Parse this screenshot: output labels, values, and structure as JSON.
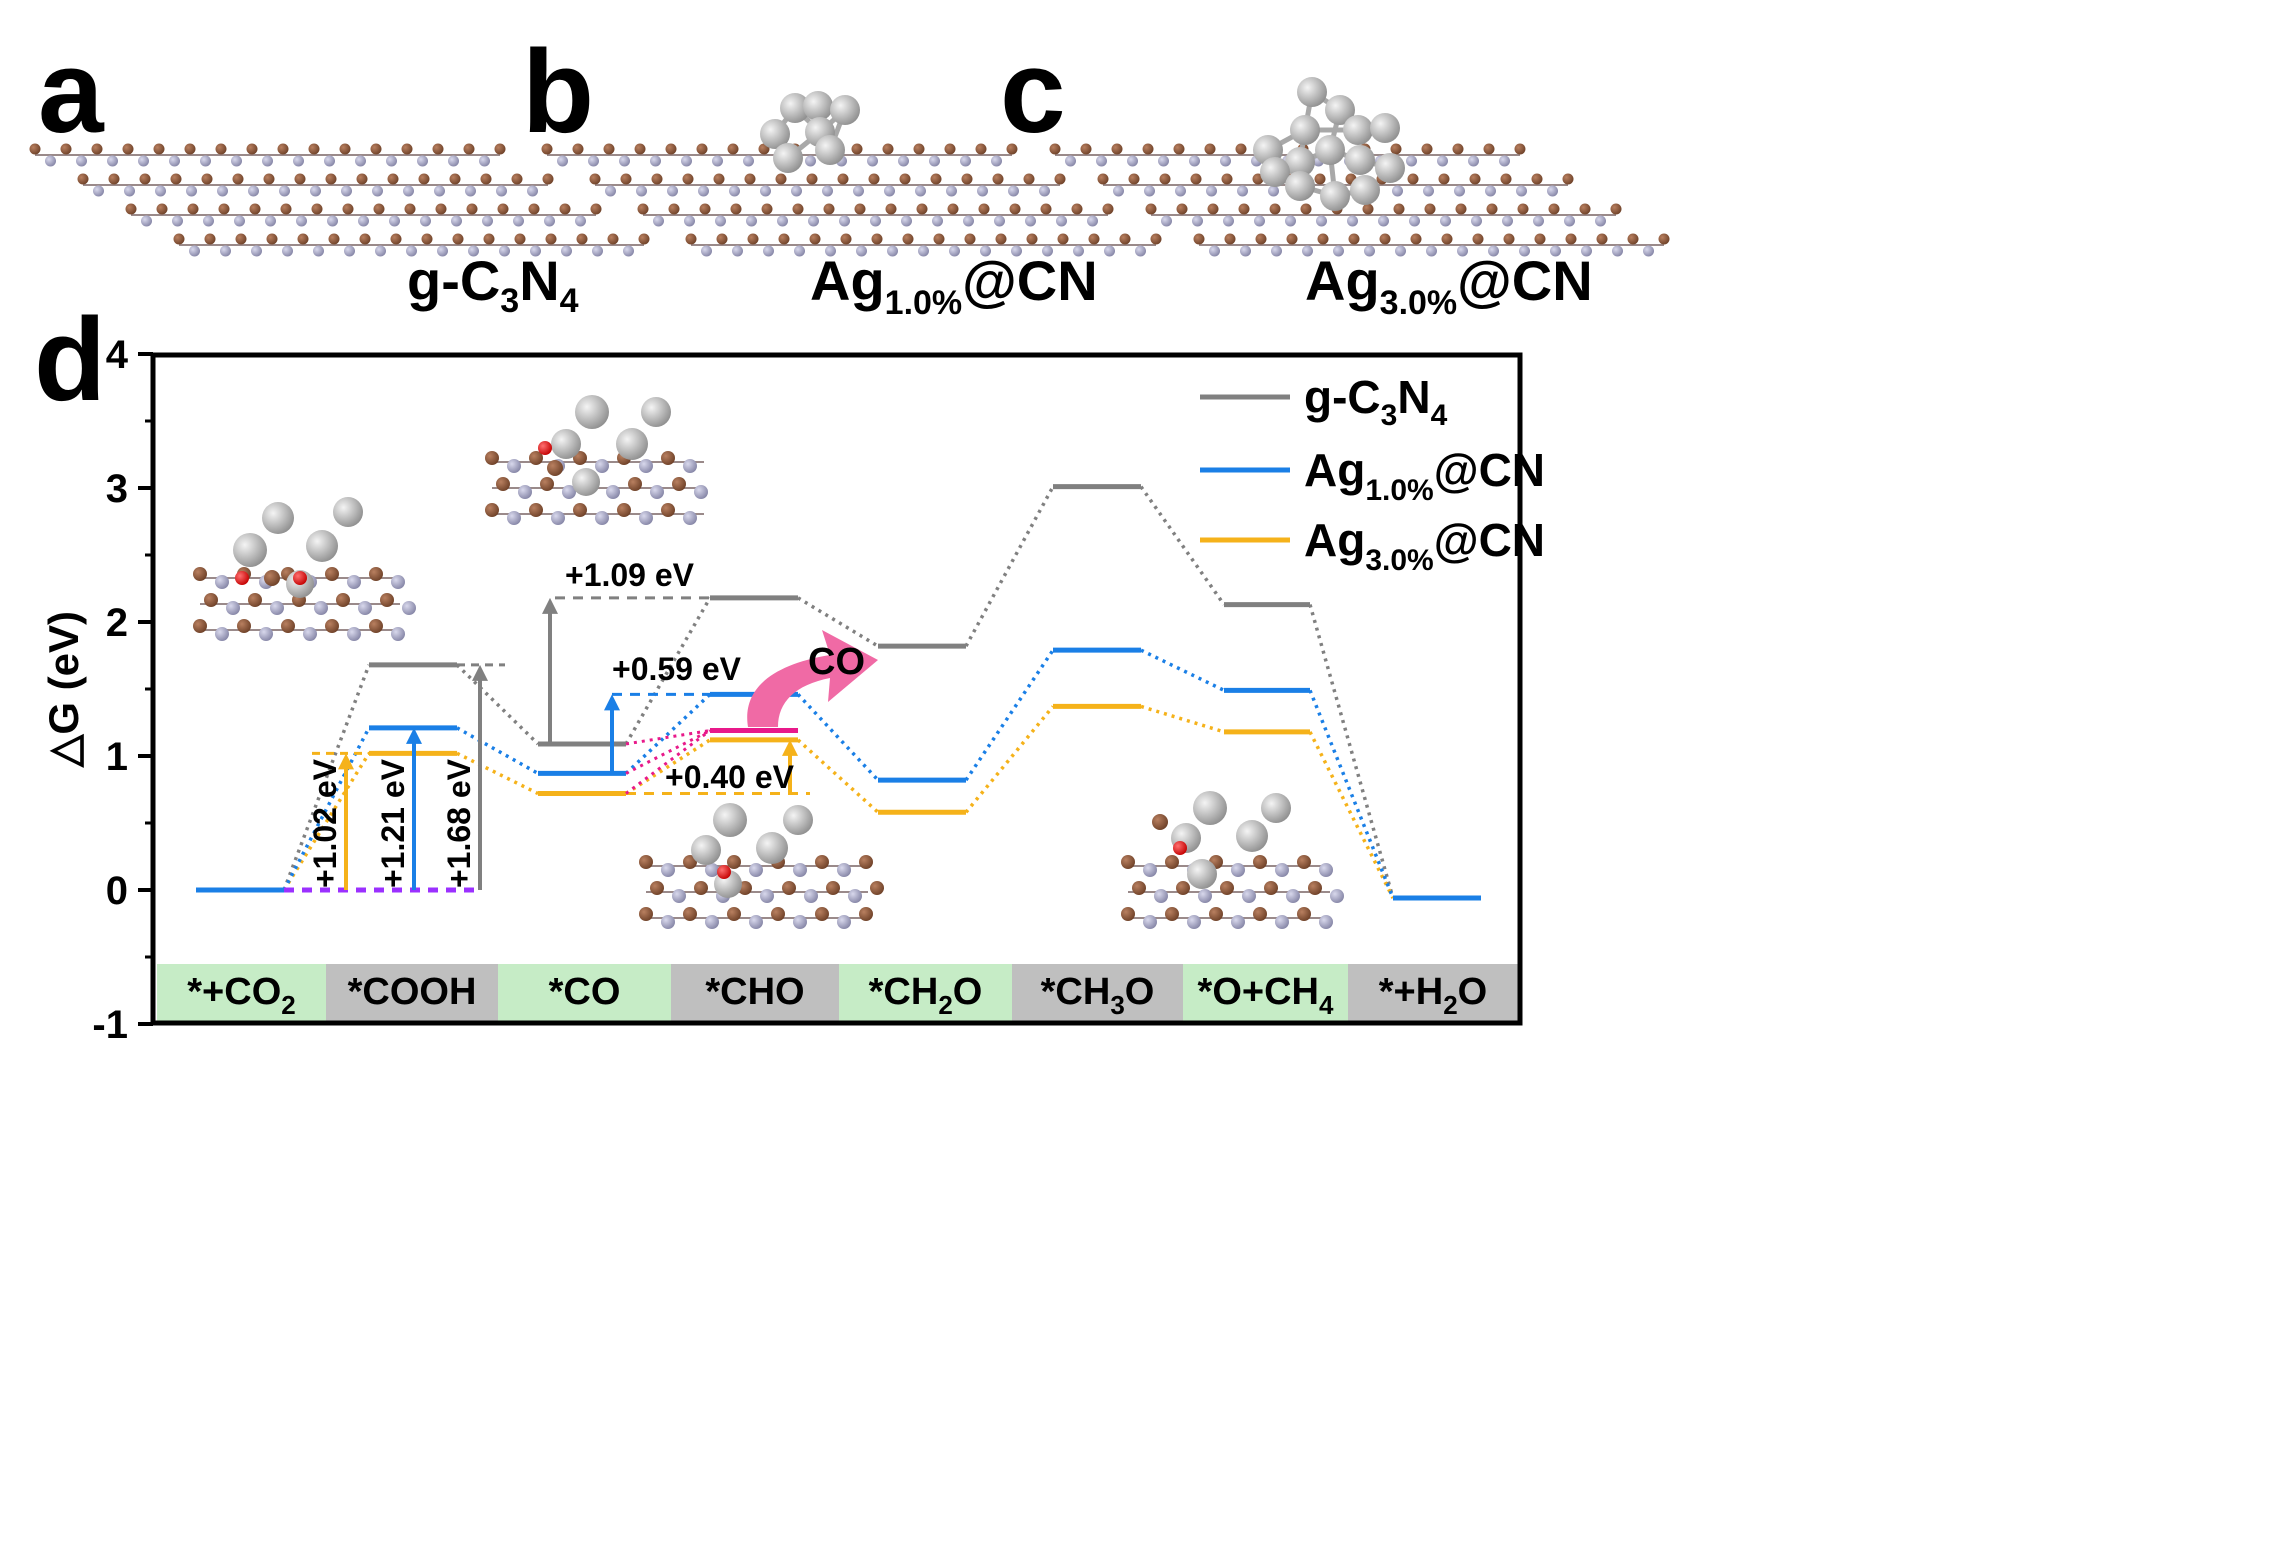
{
  "panels": {
    "a": {
      "letter": "a",
      "label_main": "g-C",
      "label_sub1": "3",
      "label_mid": "N",
      "label_sub2": "4"
    },
    "b": {
      "letter": "b",
      "label_main": "Ag",
      "label_sub": "1.0%",
      "label_end": "@CN"
    },
    "c": {
      "letter": "c",
      "label_main": "Ag",
      "label_sub": "3.0%",
      "label_end": "@CN"
    },
    "d": {
      "letter": "d"
    }
  },
  "colors": {
    "carbon": "#8b5a3c",
    "nitrogen": "#a9a9c6",
    "silver": "#b9b9b9",
    "oxygen": "#e8191b",
    "gC3N4": "#808080",
    "ag10": "#1a7fe6",
    "ag30": "#f5b21a",
    "pink": "#e8198a",
    "purple": "#9b30ff",
    "box_green": "#c6ecc6",
    "box_grey": "#bfbfbf"
  },
  "chart_data": {
    "type": "line",
    "ylabel": "△G (eV)",
    "ylim": [
      -1,
      4
    ],
    "yticks": [
      "-1",
      "0",
      "1",
      "2",
      "3",
      "4"
    ],
    "categories": [
      {
        "main": "*+CO",
        "sub": "2",
        "tail": ""
      },
      {
        "main": "*COOH",
        "sub": "",
        "tail": ""
      },
      {
        "main": "*CO",
        "sub": "",
        "tail": ""
      },
      {
        "main": "*CHO",
        "sub": "",
        "tail": ""
      },
      {
        "main": "*CH",
        "sub": "2",
        "tail": "O"
      },
      {
        "main": "*CH",
        "sub": "3",
        "tail": "O"
      },
      {
        "main": "*O+CH",
        "sub": "4",
        "tail": ""
      },
      {
        "main": "*+H",
        "sub": "2",
        "tail": "O"
      }
    ],
    "series": [
      {
        "name": "g-C3N4",
        "legend_main": "g-C",
        "legend_sub1": "3",
        "legend_mid": "N",
        "legend_sub2": "4",
        "values": [
          0,
          1.68,
          1.09,
          2.18,
          1.82,
          3.01,
          2.13,
          -0.06
        ]
      },
      {
        "name": "Ag1.0%@CN",
        "legend_main": "Ag",
        "legend_sub": "1.0%",
        "legend_end": "@CN",
        "values": [
          0,
          1.21,
          0.87,
          1.46,
          0.82,
          1.79,
          1.49,
          -0.06
        ]
      },
      {
        "name": "Ag3.0%@CN",
        "legend_main": "Ag",
        "legend_sub": "3.0%",
        "legend_end": "@CN",
        "values": [
          0,
          1.02,
          0.72,
          1.12,
          0.58,
          1.37,
          1.18,
          -0.06
        ]
      }
    ],
    "annotations": {
      "arrow_102": "+1.02 eV",
      "arrow_121": "+1.21 eV",
      "arrow_168": "+1.68 eV",
      "arrow_109": "+1.09 eV",
      "arrow_059": "+0.59 eV",
      "arrow_040": "+0.40 eV",
      "co_release": "CO"
    },
    "pink_level": 1.19
  }
}
